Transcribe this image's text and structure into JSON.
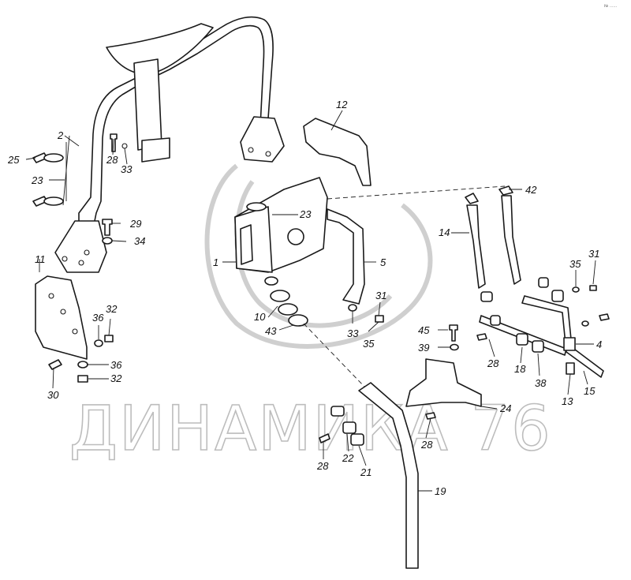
{
  "watermark": {
    "text": "ДИНАМИКА 76",
    "color": "#bdbdbd"
  },
  "corner_mark": "№ ......",
  "callouts": {
    "c1": "1",
    "c2": "2",
    "c4": "4",
    "c5": "5",
    "c10": "10",
    "c11": "11",
    "c12": "12",
    "c13": "13",
    "c14": "14",
    "c15": "15",
    "c18": "18",
    "c19": "19",
    "c21": "21",
    "c22": "22",
    "c23a": "23",
    "c23b": "23",
    "c24": "24",
    "c25": "25",
    "c28a": "28",
    "c28b": "28",
    "c28c": "28",
    "c28d": "28",
    "c29": "29",
    "c30": "30",
    "c31a": "31",
    "c31b": "31",
    "c32a": "32",
    "c32b": "32",
    "c33a": "33",
    "c33b": "33",
    "c34": "34",
    "c35a": "35",
    "c35b": "35",
    "c36a": "36",
    "c36b": "36",
    "c38": "38",
    "c39": "39",
    "c42": "42",
    "c43": "43",
    "c45": "45"
  }
}
